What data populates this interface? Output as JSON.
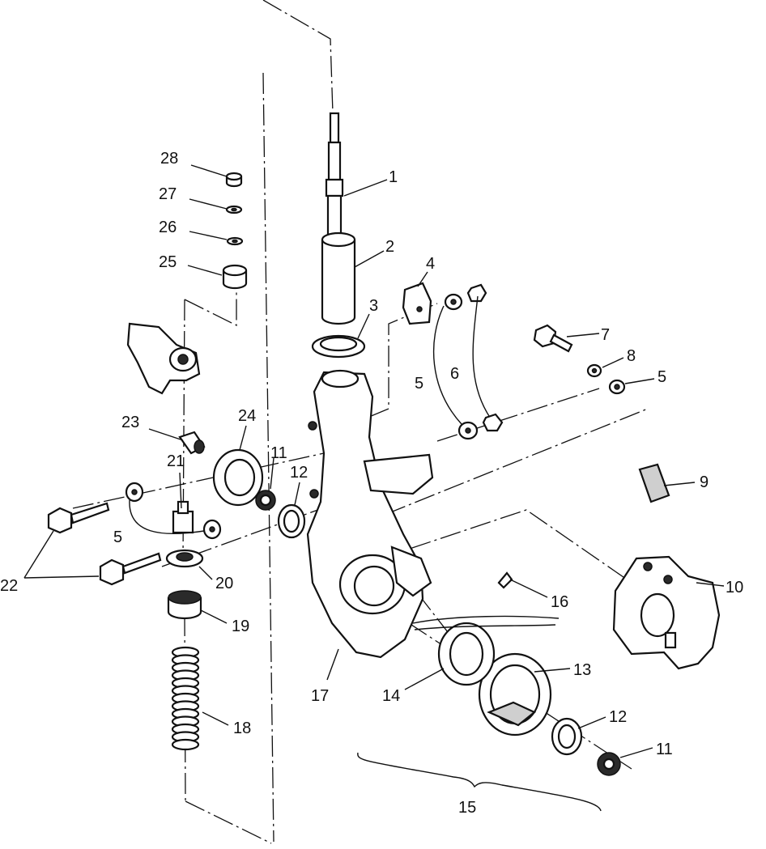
{
  "callouts": [
    {
      "id": "c1",
      "text": "1"
    },
    {
      "id": "c2",
      "text": "2"
    },
    {
      "id": "c3",
      "text": "3"
    },
    {
      "id": "c4",
      "text": "4"
    },
    {
      "id": "c5a",
      "text": "5"
    },
    {
      "id": "c6",
      "text": "6"
    },
    {
      "id": "c7",
      "text": "7"
    },
    {
      "id": "c8",
      "text": "8"
    },
    {
      "id": "c5b",
      "text": "5"
    },
    {
      "id": "c9",
      "text": "9"
    },
    {
      "id": "c10",
      "text": "10"
    },
    {
      "id": "c11a",
      "text": "11"
    },
    {
      "id": "c12a",
      "text": "12"
    },
    {
      "id": "c13",
      "text": "13"
    },
    {
      "id": "c14",
      "text": "14"
    },
    {
      "id": "c15",
      "text": "15"
    },
    {
      "id": "c16",
      "text": "16"
    },
    {
      "id": "c17",
      "text": "17"
    },
    {
      "id": "c18",
      "text": "18"
    },
    {
      "id": "c19",
      "text": "19"
    },
    {
      "id": "c20",
      "text": "20"
    },
    {
      "id": "c21",
      "text": "21"
    },
    {
      "id": "c22",
      "text": "22"
    },
    {
      "id": "c23",
      "text": "23"
    },
    {
      "id": "c24",
      "text": "24"
    },
    {
      "id": "c25",
      "text": "25"
    },
    {
      "id": "c26",
      "text": "26"
    },
    {
      "id": "c27",
      "text": "27"
    },
    {
      "id": "c28",
      "text": "28"
    },
    {
      "id": "c5c",
      "text": "5"
    },
    {
      "id": "c11b",
      "text": "11"
    },
    {
      "id": "c12b",
      "text": "12"
    }
  ]
}
